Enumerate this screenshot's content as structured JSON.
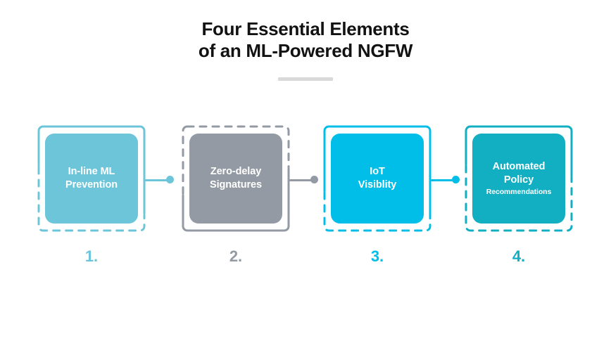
{
  "header": {
    "title": "Four Essential Elements\nof an ML-Powered NGFW",
    "divider_color": "#d9d9d9"
  },
  "colors": {
    "card1": "#6cc5d9",
    "card2": "#939aa3",
    "card3": "#00bee8",
    "card4": "#12afc3",
    "title": "#121212",
    "card_text": "#ffffff"
  },
  "cards": [
    {
      "label": "In-line ML\nPrevention",
      "sublabel": "",
      "number": "1.",
      "color": "#6cc5d9"
    },
    {
      "label": "Zero-delay\nSignatures",
      "sublabel": "",
      "number": "2.",
      "color": "#939aa3"
    },
    {
      "label": "IoT\nVisiblity",
      "sublabel": "",
      "number": "3.",
      "color": "#00bee8"
    },
    {
      "label": "Automated\nPolicy",
      "sublabel": "Recommendations",
      "number": "4.",
      "color": "#12afc3"
    }
  ],
  "connectors": [
    {
      "from": 1,
      "to": 2,
      "color": "#6cc5d9"
    },
    {
      "from": 2,
      "to": 3,
      "color": "#939aa3"
    },
    {
      "from": 3,
      "to": 4,
      "color": "#00bee8"
    }
  ]
}
